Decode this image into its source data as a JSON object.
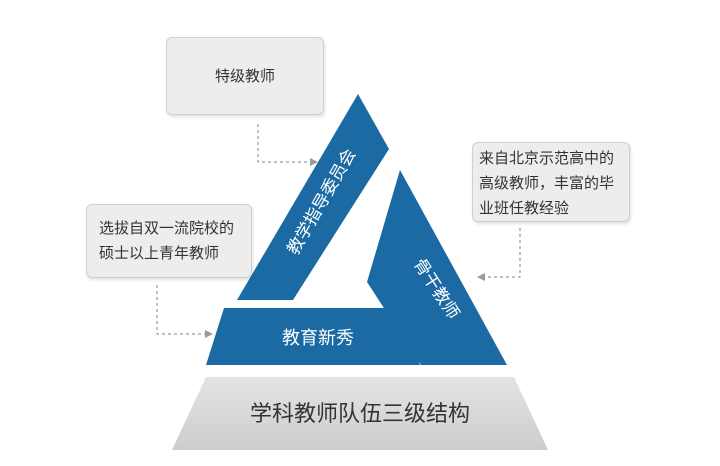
{
  "callouts": {
    "top": {
      "lines": [
        "特级教师"
      ]
    },
    "left": {
      "lines": [
        "选拔自双一流院校的",
        "硕士以上青年教师"
      ]
    },
    "right": {
      "lines": [
        "来自北京示范高中的",
        "高级教师，丰富的毕",
        "业班任教经验"
      ]
    }
  },
  "pyramid": {
    "left_segment": "教学指导委员会",
    "right_segment": "骨干教师",
    "bottom_segment": "教育新秀",
    "base": "学科教师队伍三级结构"
  },
  "colors": {
    "segment_blue": "#1b6aa3",
    "base_gray": "#d6d6d6",
    "callout_bg": "#ededed"
  }
}
